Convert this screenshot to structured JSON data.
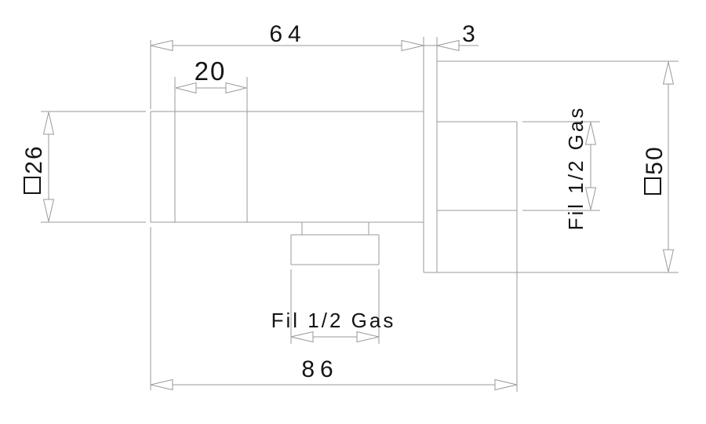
{
  "drawing": {
    "background_color": "#ffffff",
    "line_color": "#9a9a9a",
    "text_color": "#141414",
    "dimensions": {
      "body_length": {
        "label": "64"
      },
      "flange_thickness": {
        "label": "3"
      },
      "ring_width": {
        "label": "20"
      },
      "tube_square_size": {
        "symbol": "□",
        "label": "26"
      },
      "body_square_size": {
        "symbol": "□",
        "label": "50"
      },
      "overall_length": {
        "label": "86"
      },
      "side_port_thread": {
        "label": "Fil 1/2 Gas"
      },
      "bottom_port_thread": {
        "label": "Fil 1/2 Gas"
      }
    }
  }
}
